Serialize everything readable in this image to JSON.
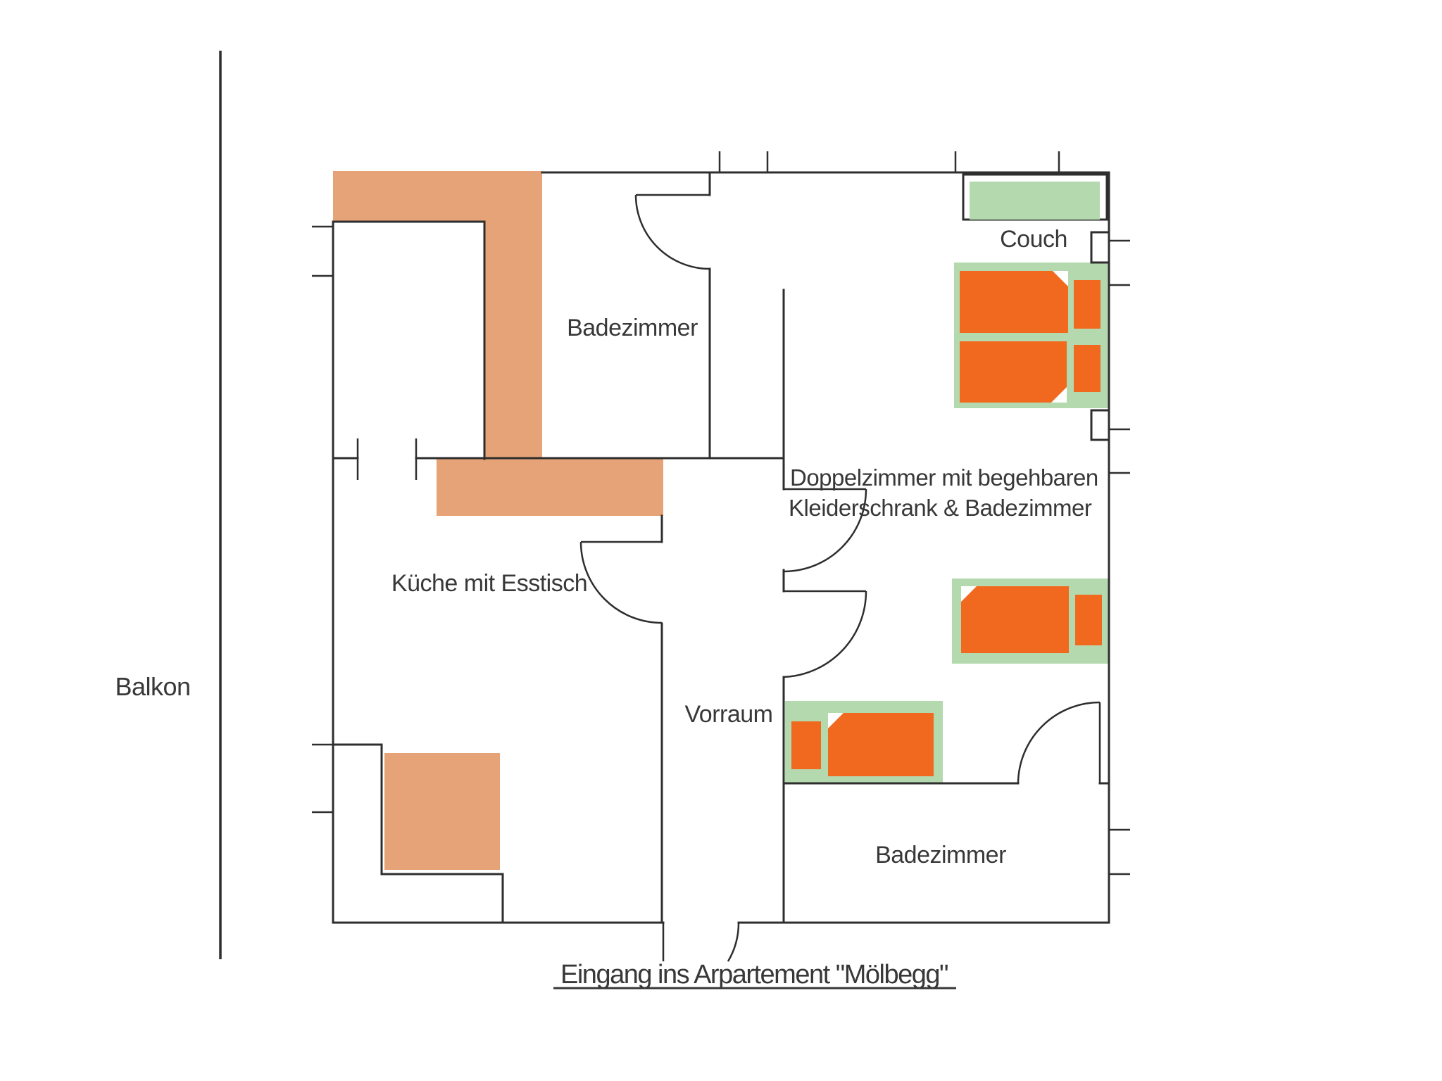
{
  "drawing_title": "Eingang ins Arpartement \"Mölbegg\"",
  "labels": {
    "balkon": {
      "text": "Balkon"
    },
    "badezimmer_top": {
      "text": "Badezimmer"
    },
    "kueche": {
      "text": "Küche mit Esstisch"
    },
    "vorraum": {
      "text": "Vorraum"
    },
    "couch": {
      "text": "Couch"
    },
    "doppelzimmer_line1": {
      "text": "Doppelzimmer mit begehbaren"
    },
    "doppelzimmer_line2": {
      "text": "Kleiderschrank & Badezimmer"
    },
    "badezimmer_bottom": {
      "text": "Badezimmer"
    },
    "eingang": {
      "text": "Eingang ins Arpartement \"Mölbegg\""
    }
  },
  "colors": {
    "background": "#ffffff",
    "line": "#2e2e2e",
    "text": "#383838",
    "wall_highlight": "#e5a377",
    "furniture_green": "#b5d9af",
    "furniture_orange": "#f1691f"
  },
  "furniture": [
    {
      "name": "couch"
    },
    {
      "name": "double-bed"
    },
    {
      "name": "single-bed-upper"
    },
    {
      "name": "single-bed-lower"
    },
    {
      "name": "kitchen-block"
    }
  ]
}
